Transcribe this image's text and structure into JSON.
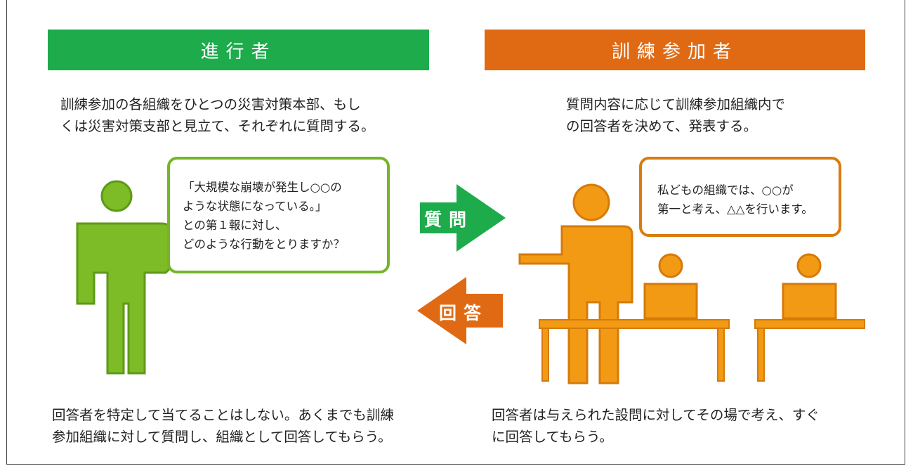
{
  "facilitator": {
    "title": "進行者",
    "description": "訓練参加の各組織をひとつの災害対策本部、もし\nくは災害対策支部と見立て、それぞれに質問する。",
    "speech": "「大規模な崩壊が発生し○○の\nような状態になっている。」\nとの第１報に対し、\nどのような行動をとりますか？",
    "note": "回答者を特定して当てることはしない。あくまでも訓練\n参加組織に対して質問し、組織として回答してもらう。",
    "color": "#1dab4c"
  },
  "participants": {
    "title": "訓練参加者",
    "description": "質問内容に応じて訓練参加組織内で\nの回答者を決めて、発表する。",
    "speech": "私どもの組織では、○○が\n第一と考え、△△を行います。",
    "note": "回答者は与えられた設問に対してその場で考え、すぐ\nに回答してもらう。",
    "color": "#e06a14"
  },
  "arrows": {
    "question": "質問",
    "answer": "回答"
  }
}
